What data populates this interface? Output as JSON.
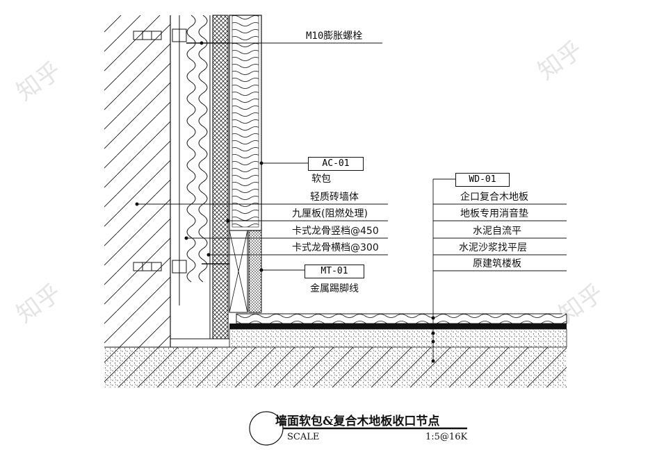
{
  "labels": {
    "bolt": "M10膨胀螺栓",
    "ac_tag": "AC-01",
    "soft_pack": "软包",
    "light_brick": "轻质砖墙体",
    "nine_board": "九厘板(阻燃处理)",
    "keel_vertical": "卡式龙骨竖档@450",
    "keel_horizontal": "卡式龙骨横档@300",
    "mt_tag": "MT-01",
    "metal_skirting": "金属踢脚线",
    "wd_tag": "WD-01",
    "wood_floor": "企口复合木地板",
    "sound_pad": "地板专用消音垫",
    "self_level": "水泥自流平",
    "mortar": "水泥沙浆找平层",
    "slab": "原建筑楼板"
  },
  "title": {
    "main": "墙面软包&复合木地板收口节点",
    "scale_label": "SCALE",
    "scale_value": "1:5@16K"
  },
  "watermark": "知乎"
}
